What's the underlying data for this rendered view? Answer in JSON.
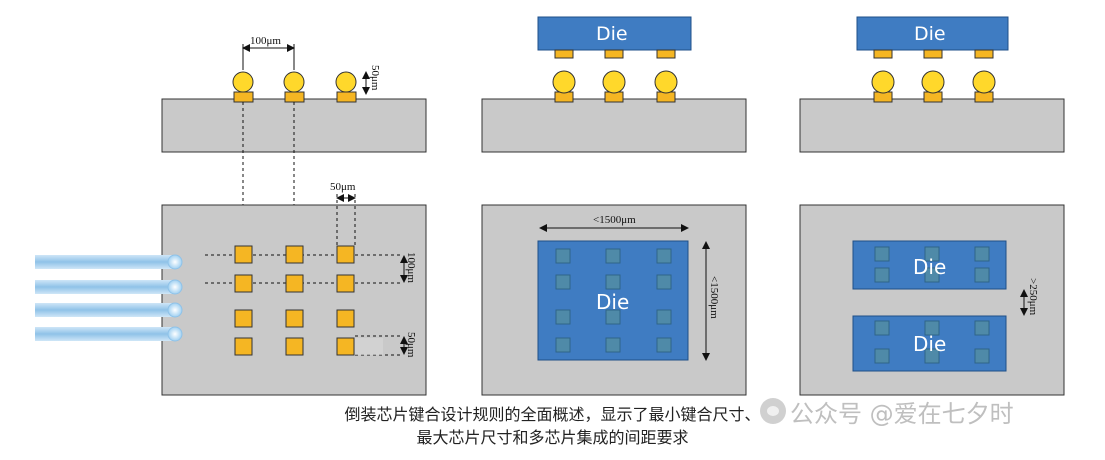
{
  "labels": {
    "die": "Die",
    "pitch_100": "100μm",
    "bump_height": "50μm",
    "pad_width": "50μm",
    "pitch_vertical_100": "100μm",
    "spacing_50": "50μm",
    "die_width_max": "<1500μm",
    "die_height_max": "<1500μm",
    "die_gap_min": ">250μm"
  },
  "caption": {
    "line1": "倒装芯片键合设计规则的全面概述，显示了最小键合尺寸、",
    "line2": "最大芯片尺寸和多芯片集成的间距要求"
  },
  "watermark": {
    "icon": "wechat-icon",
    "text": "公众号 @爱在七夕时"
  },
  "colors": {
    "substrate": "#c9c9c9",
    "die": "#3f7cc2",
    "pad": "#f5b623",
    "bump": "#ffd82b",
    "inner_pad": "#5a8e9a",
    "probe": "#9ec9ea"
  }
}
